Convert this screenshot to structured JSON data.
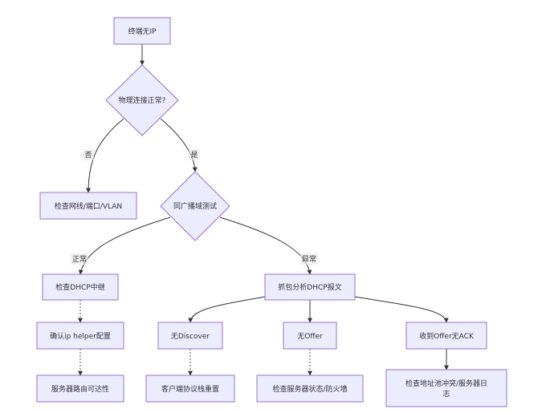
{
  "colors": {
    "node_fill": "#ececff",
    "node_stroke": "#9370db",
    "edge": "#333333",
    "edge_dashed": "#555555",
    "label_bg": "#e8e8e8"
  },
  "nodes": {
    "start": "终端无IP",
    "physical": "物理连接正常?",
    "check_cable": "检查网线/端口/VLAN",
    "same_subnet": "同广播域测试",
    "check_relay": "检查DHCP中继",
    "capture": "抓包分析DHCP报文",
    "ip_helper": "确认ip helper配置",
    "server_route": "服务器路由可达性",
    "no_discover": "无Discover",
    "no_offer": "无Offer",
    "offer_no_ack": "收到Offer无ACK",
    "client_protocol": "客户端协议栈重置",
    "server_status": "检查服务器状态/防火墙",
    "addr_conflict": "检查地址池冲突/服务器日志"
  },
  "edge_labels": {
    "no": "否",
    "yes": "是",
    "normal": "正常",
    "abnormal": "异常"
  }
}
